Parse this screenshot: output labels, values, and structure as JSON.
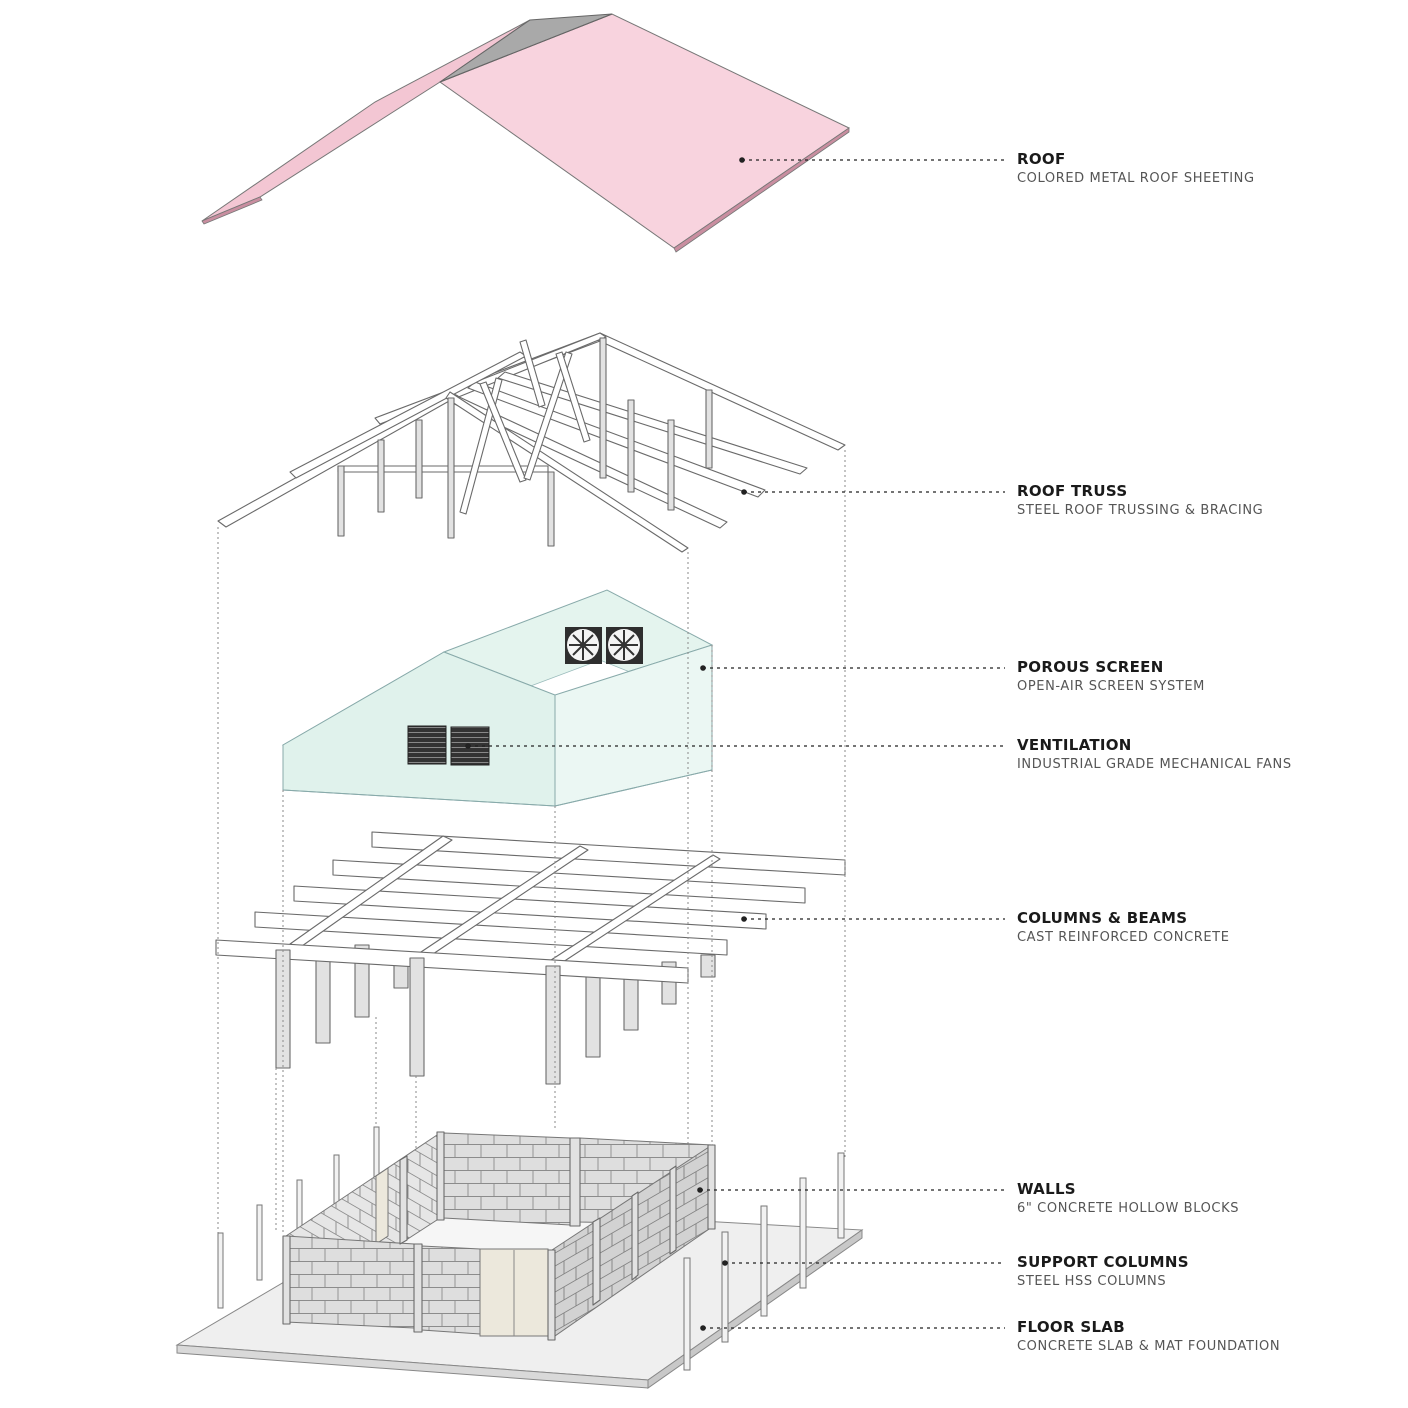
{
  "layers": [
    {
      "id": "roof",
      "title": "ROOF",
      "subtitle": "COLORED METAL ROOF SHEETING"
    },
    {
      "id": "roof-truss",
      "title": "ROOF TRUSS",
      "subtitle": "STEEL ROOF TRUSSING & BRACING"
    },
    {
      "id": "porous-screen",
      "title": "POROUS SCREEN",
      "subtitle": "OPEN-AIR SCREEN SYSTEM"
    },
    {
      "id": "ventilation",
      "title": "VENTILATION",
      "subtitle": "INDUSTRIAL GRADE MECHANICAL FANS"
    },
    {
      "id": "columns-beams",
      "title": "COLUMNS & BEAMS",
      "subtitle": "CAST REINFORCED CONCRETE"
    },
    {
      "id": "walls",
      "title": "WALLS",
      "subtitle": "6\" CONCRETE HOLLOW BLOCKS"
    },
    {
      "id": "support-columns",
      "title": "SUPPORT COLUMNS",
      "subtitle": "STEEL HSS COLUMNS"
    },
    {
      "id": "floor-slab",
      "title": "FLOOR SLAB",
      "subtitle": "CONCRETE SLAB & MAT FOUNDATION"
    }
  ],
  "colors": {
    "roof": "#f8d3de",
    "screen": "#e4f4ee",
    "slab": "#eeeeee",
    "block": "#dcdcdc",
    "door": "#ece8dc"
  },
  "icons": [
    "fan-icon"
  ]
}
